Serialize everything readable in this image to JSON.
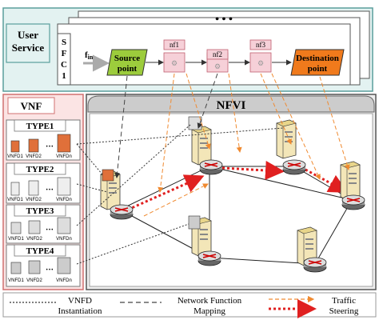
{
  "user_service": {
    "label_line1": "User",
    "label_line2": "Service",
    "sfc_letters": [
      "S",
      "F",
      "C",
      "1"
    ],
    "dots": "• • •",
    "f_in": "f",
    "f_in_sub": "in",
    "source_line1": "Source",
    "source_line2": "point",
    "nf_labels": [
      "nf1",
      "nf2",
      "nf3"
    ],
    "dest_line1": "Destination",
    "dest_line2": "point"
  },
  "vnf_panel": {
    "title": "VNF",
    "types": [
      {
        "label": "TYPE1",
        "items": [
          "VNFD1",
          "VNFD2",
          "VNFDn"
        ]
      },
      {
        "label": "TYPE2",
        "items": [
          "VNFD1",
          "VNFD2",
          "VNFDn"
        ]
      },
      {
        "label": "TYPE3",
        "items": [
          "VNFD1",
          "VNFD2",
          "VNFDn"
        ]
      },
      {
        "label": "TYPE4",
        "items": [
          "VNFD1",
          "VNFD2",
          "VNFDn"
        ]
      }
    ]
  },
  "nfvi": {
    "title": "NFVI"
  },
  "legend": [
    {
      "line1": "VNFD",
      "line2": "Instantiation"
    },
    {
      "line1": "Network Function",
      "line2": "Mapping"
    },
    {
      "line1": "Traffic",
      "line2": "Steering"
    }
  ],
  "colors": {
    "user_service_bg": "#e3f2f1",
    "user_service_border": "#5a9e9c",
    "vnf_bg": "#fbe4e4",
    "vnf_border": "#d07070",
    "nfvi_bg": "#eeeeee",
    "source_fill": "#9ccc3c",
    "nf_fill": "#f6d0d8",
    "dest_fill": "#f07a1c",
    "traffic_orange": "#f08a30",
    "steering_red": "#e02020"
  },
  "icons": [
    "router-icon",
    "server-icon",
    "firewall-icon",
    "storage-icon"
  ]
}
